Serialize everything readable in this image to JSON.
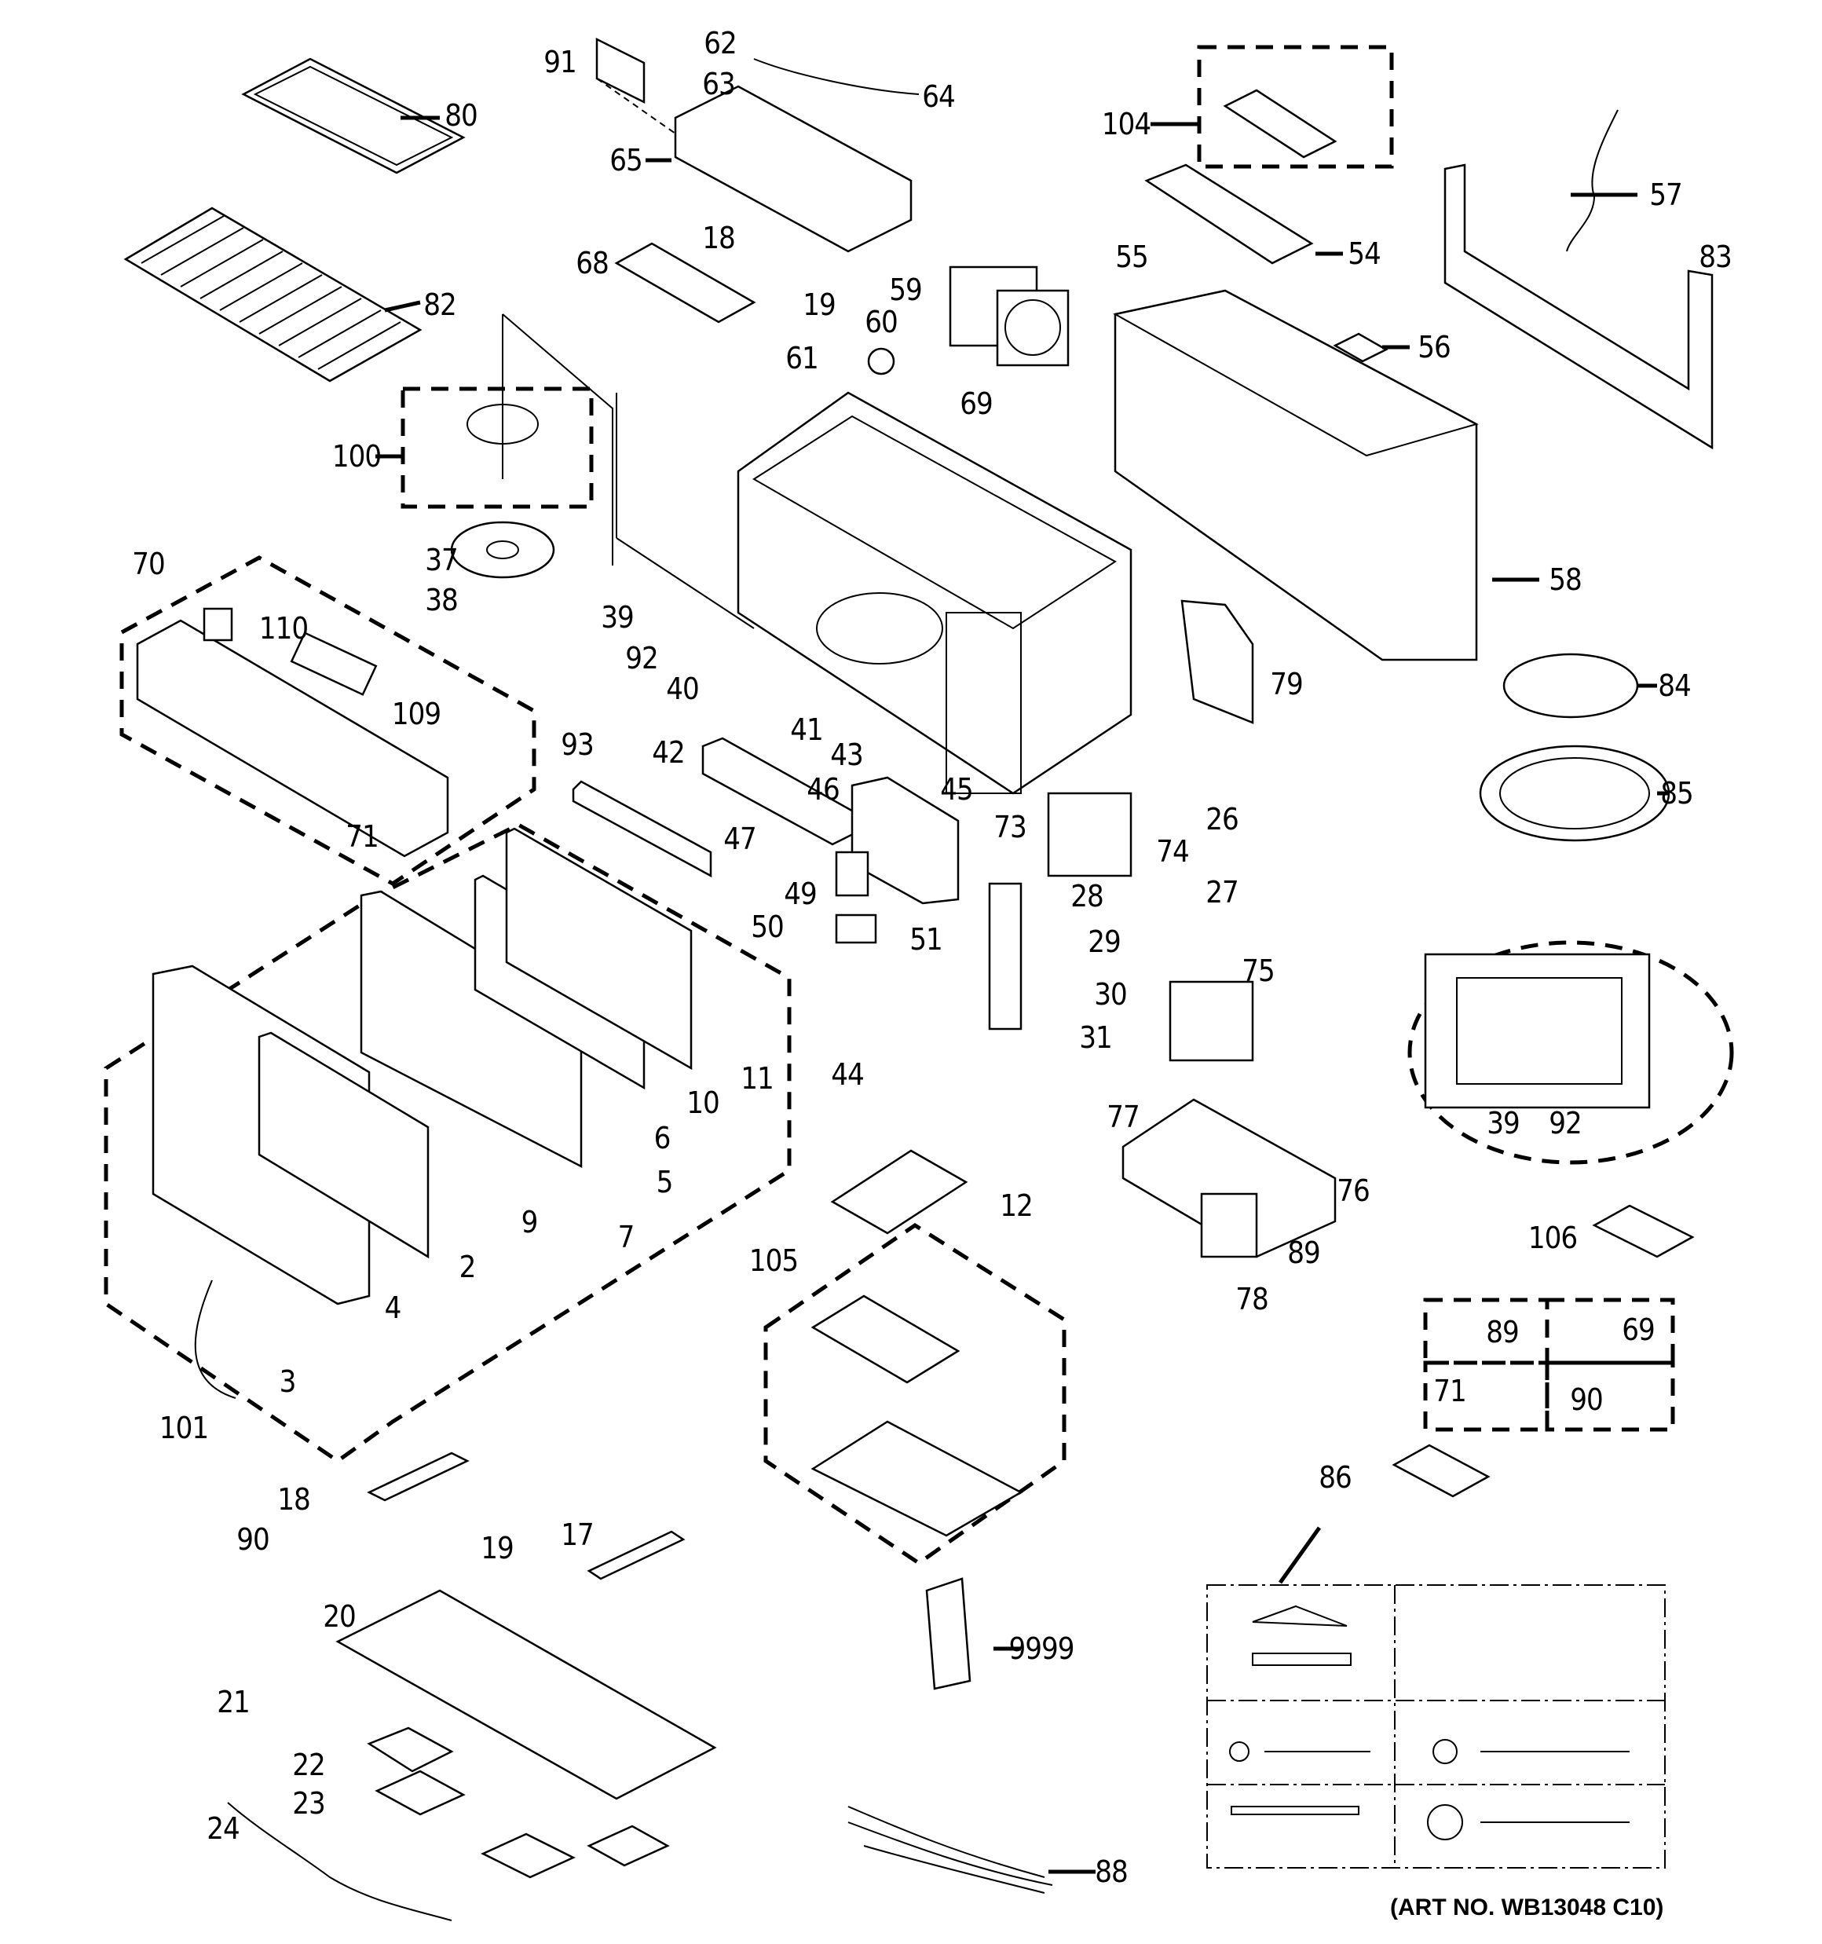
{
  "diagram": {
    "title": "Microwave exploded parts diagram",
    "art_number": "(ART NO. WB13048 C10)",
    "callouts": [
      {
        "id": "80",
        "label": "80"
      },
      {
        "id": "82",
        "label": "82"
      },
      {
        "id": "91",
        "label": "91"
      },
      {
        "id": "62",
        "label": "62"
      },
      {
        "id": "63",
        "label": "63"
      },
      {
        "id": "64",
        "label": "64"
      },
      {
        "id": "65",
        "label": "65"
      },
      {
        "id": "18a",
        "label": "18"
      },
      {
        "id": "68",
        "label": "68"
      },
      {
        "id": "19a",
        "label": "19"
      },
      {
        "id": "59",
        "label": "59"
      },
      {
        "id": "60",
        "label": "60"
      },
      {
        "id": "61",
        "label": "61"
      },
      {
        "id": "100",
        "label": "100"
      },
      {
        "id": "69a",
        "label": "69"
      },
      {
        "id": "104",
        "label": "104"
      },
      {
        "id": "54",
        "label": "54"
      },
      {
        "id": "55",
        "label": "55"
      },
      {
        "id": "56",
        "label": "56"
      },
      {
        "id": "57",
        "label": "57"
      },
      {
        "id": "83",
        "label": "83"
      },
      {
        "id": "58",
        "label": "58"
      },
      {
        "id": "70",
        "label": "70"
      },
      {
        "id": "110",
        "label": "110"
      },
      {
        "id": "109",
        "label": "109"
      },
      {
        "id": "71a",
        "label": "71"
      },
      {
        "id": "37",
        "label": "37"
      },
      {
        "id": "38",
        "label": "38"
      },
      {
        "id": "39a",
        "label": "39"
      },
      {
        "id": "92a",
        "label": "92"
      },
      {
        "id": "40",
        "label": "40"
      },
      {
        "id": "41",
        "label": "41"
      },
      {
        "id": "43",
        "label": "43"
      },
      {
        "id": "42",
        "label": "42"
      },
      {
        "id": "93",
        "label": "93"
      },
      {
        "id": "46",
        "label": "46"
      },
      {
        "id": "45",
        "label": "45"
      },
      {
        "id": "47",
        "label": "47"
      },
      {
        "id": "49",
        "label": "49"
      },
      {
        "id": "50",
        "label": "50"
      },
      {
        "id": "51",
        "label": "51"
      },
      {
        "id": "73",
        "label": "73"
      },
      {
        "id": "74",
        "label": "74"
      },
      {
        "id": "79",
        "label": "79"
      },
      {
        "id": "84",
        "label": "84"
      },
      {
        "id": "85",
        "label": "85"
      },
      {
        "id": "26",
        "label": "26"
      },
      {
        "id": "27",
        "label": "27"
      },
      {
        "id": "28",
        "label": "28"
      },
      {
        "id": "29",
        "label": "29"
      },
      {
        "id": "30",
        "label": "30"
      },
      {
        "id": "31",
        "label": "31"
      },
      {
        "id": "75",
        "label": "75"
      },
      {
        "id": "39b",
        "label": "39"
      },
      {
        "id": "92b",
        "label": "92"
      },
      {
        "id": "11",
        "label": "11"
      },
      {
        "id": "10",
        "label": "10"
      },
      {
        "id": "6",
        "label": "6"
      },
      {
        "id": "5",
        "label": "5"
      },
      {
        "id": "7",
        "label": "7"
      },
      {
        "id": "9",
        "label": "9"
      },
      {
        "id": "2",
        "label": "2"
      },
      {
        "id": "4",
        "label": "4"
      },
      {
        "id": "3",
        "label": "3"
      },
      {
        "id": "101",
        "label": "101"
      },
      {
        "id": "44",
        "label": "44"
      },
      {
        "id": "12",
        "label": "12"
      },
      {
        "id": "77",
        "label": "77"
      },
      {
        "id": "76",
        "label": "76"
      },
      {
        "id": "89a",
        "label": "89"
      },
      {
        "id": "78",
        "label": "78"
      },
      {
        "id": "105",
        "label": "105"
      },
      {
        "id": "106",
        "label": "106"
      },
      {
        "id": "89b",
        "label": "89"
      },
      {
        "id": "69b",
        "label": "69"
      },
      {
        "id": "71b",
        "label": "71"
      },
      {
        "id": "90a",
        "label": "90"
      },
      {
        "id": "86",
        "label": "86"
      },
      {
        "id": "18b",
        "label": "18"
      },
      {
        "id": "90b",
        "label": "90"
      },
      {
        "id": "19b",
        "label": "19"
      },
      {
        "id": "17",
        "label": "17"
      },
      {
        "id": "20",
        "label": "20"
      },
      {
        "id": "9999",
        "label": "9999"
      },
      {
        "id": "21",
        "label": "21"
      },
      {
        "id": "22",
        "label": "22"
      },
      {
        "id": "23",
        "label": "23"
      },
      {
        "id": "24",
        "label": "24"
      },
      {
        "id": "88",
        "label": "88"
      }
    ]
  }
}
